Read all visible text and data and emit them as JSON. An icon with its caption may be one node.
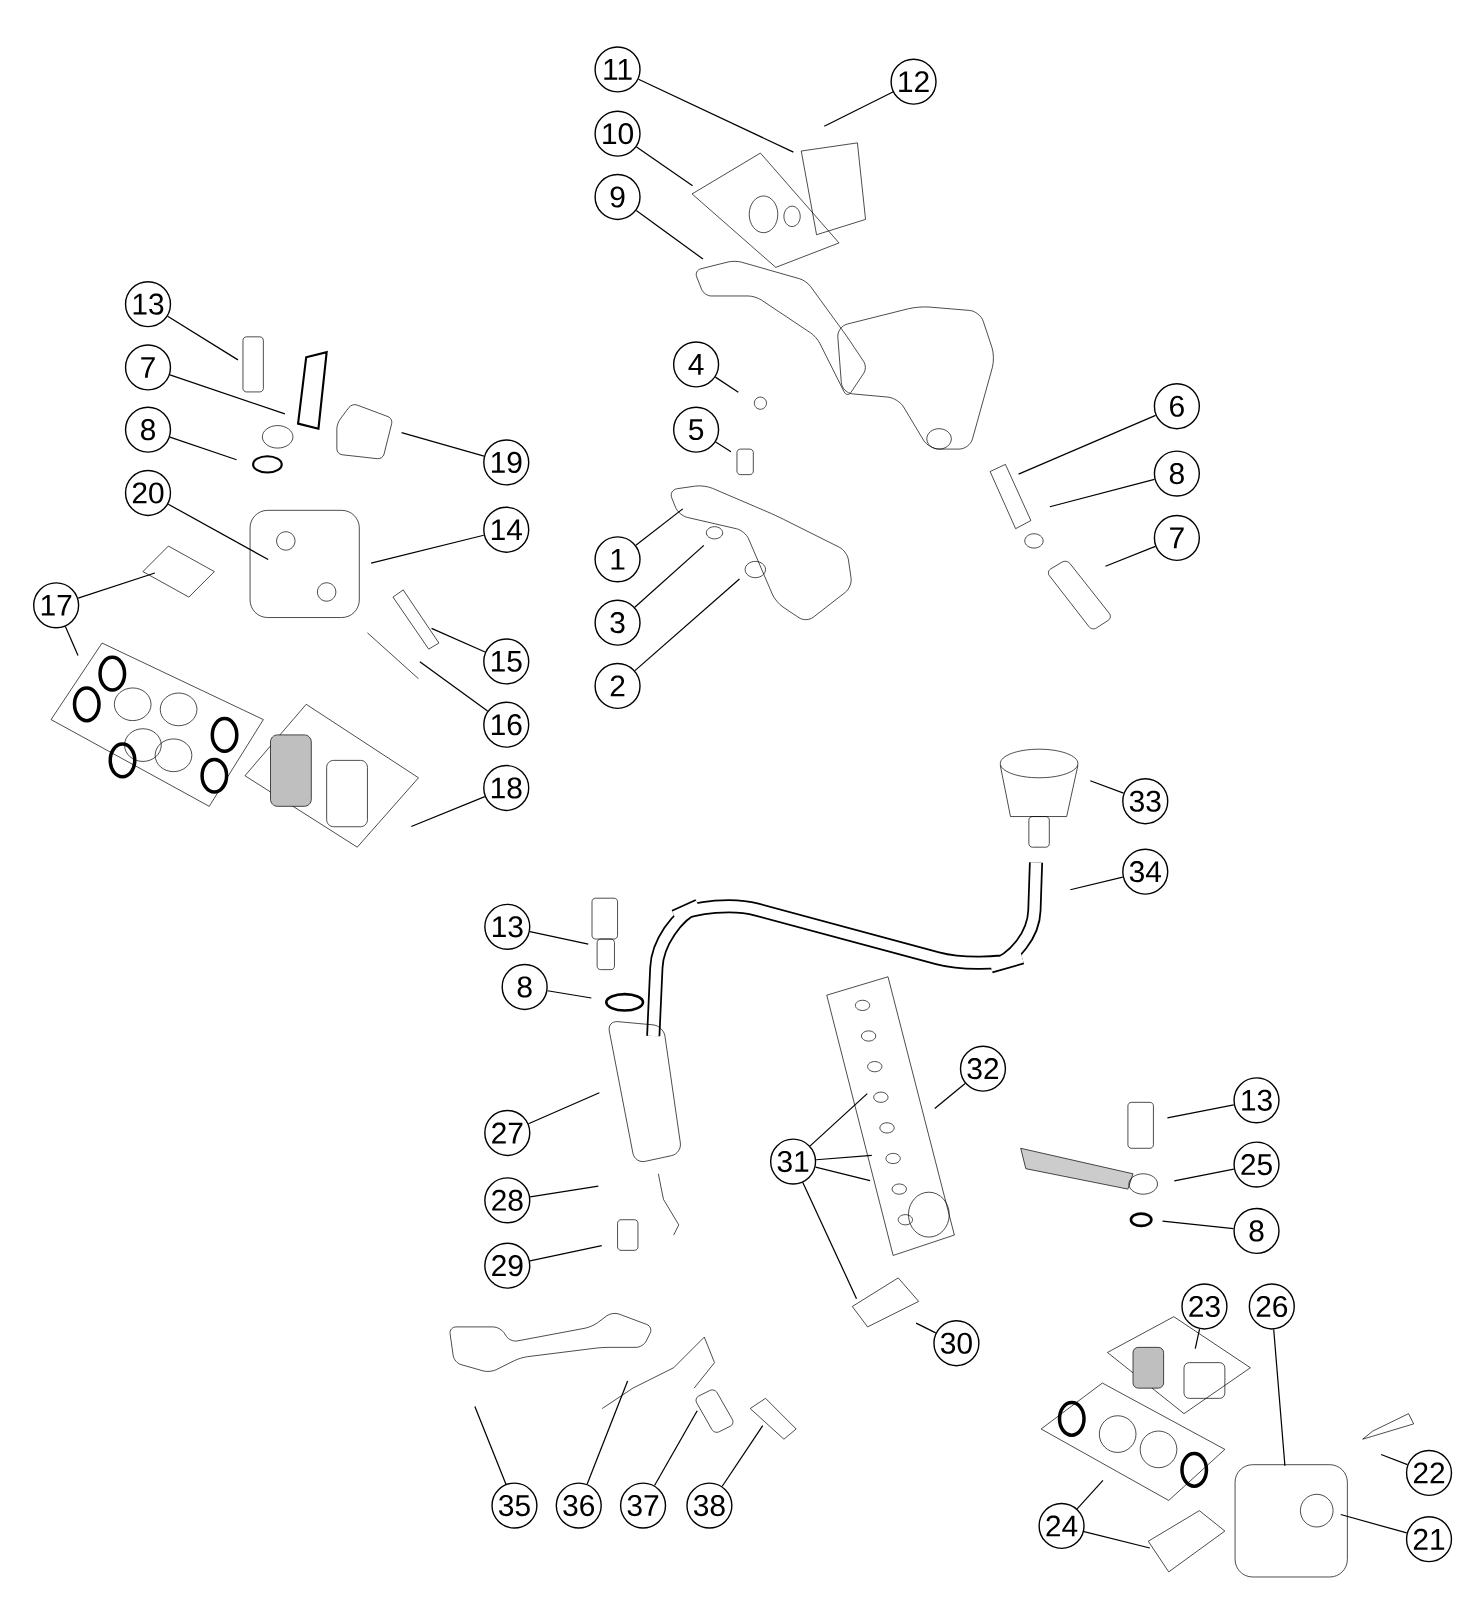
{
  "diagram": {
    "nodes": [
      {
        "text": [
          "11"
        ]
      },
      {
        "text": [
          "12"
        ]
      },
      {
        "text": [
          "10"
        ]
      },
      {
        "text": [
          "9"
        ]
      },
      {
        "text": [
          "13"
        ]
      },
      {
        "text": [
          "4"
        ]
      },
      {
        "text": [
          "7"
        ]
      },
      {
        "text": [
          "6"
        ]
      },
      {
        "text": [
          "8"
        ]
      },
      {
        "text": [
          "5"
        ]
      },
      {
        "text": [
          "19"
        ]
      },
      {
        "text": [
          "8"
        ]
      },
      {
        "text": [
          "20"
        ]
      },
      {
        "text": [
          "14"
        ]
      },
      {
        "text": [
          "7"
        ]
      },
      {
        "text": [
          "1"
        ]
      },
      {
        "text": [
          "17"
        ]
      },
      {
        "text": [
          "3"
        ]
      },
      {
        "text": [
          "15"
        ]
      },
      {
        "text": [
          "2"
        ]
      },
      {
        "text": [
          "16"
        ]
      },
      {
        "text": [
          "18"
        ]
      },
      {
        "text": [
          "33"
        ]
      },
      {
        "text": [
          "34"
        ]
      },
      {
        "text": [
          "13"
        ]
      },
      {
        "text": [
          "8"
        ]
      },
      {
        "text": [
          "32"
        ]
      },
      {
        "text": [
          "13"
        ]
      },
      {
        "text": [
          "27"
        ]
      },
      {
        "text": [
          "31"
        ]
      },
      {
        "text": [
          "25"
        ]
      },
      {
        "text": [
          "28"
        ]
      },
      {
        "text": [
          "8"
        ]
      },
      {
        "text": [
          "29"
        ]
      },
      {
        "text": [
          "23"
        ]
      },
      {
        "text": [
          "26"
        ]
      },
      {
        "text": [
          "30"
        ]
      },
      {
        "text": [
          "22"
        ]
      },
      {
        "text": [
          "35"
        ]
      },
      {
        "text": [
          "36"
        ]
      },
      {
        "text": [
          "37"
        ]
      },
      {
        "text": [
          "38"
        ]
      },
      {
        "text": [
          "24"
        ]
      },
      {
        "text": [
          "21"
        ]
      }
    ],
    "edges": [
      {
        "from": 0,
        "to": null,
        "arrow": "none"
      },
      {
        "from": 1,
        "to": null,
        "arrow": "none"
      },
      {
        "from": 2,
        "to": null,
        "arrow": "none"
      },
      {
        "from": 3,
        "to": null,
        "arrow": "none"
      },
      {
        "from": 4,
        "to": null,
        "arrow": "none"
      },
      {
        "from": 5,
        "to": null,
        "arrow": "none"
      },
      {
        "from": 6,
        "to": null,
        "arrow": "none"
      },
      {
        "from": 7,
        "to": null,
        "arrow": "none"
      },
      {
        "from": 8,
        "to": null,
        "arrow": "none"
      },
      {
        "from": 9,
        "to": null,
        "arrow": "none"
      },
      {
        "from": 10,
        "to": null,
        "arrow": "none"
      },
      {
        "from": 11,
        "to": null,
        "arrow": "none"
      },
      {
        "from": 12,
        "to": null,
        "arrow": "none"
      },
      {
        "from": 13,
        "to": null,
        "arrow": "none"
      },
      {
        "from": 14,
        "to": null,
        "arrow": "none"
      },
      {
        "from": 15,
        "to": null,
        "arrow": "none"
      },
      {
        "from": 16,
        "to": null,
        "arrow": "none"
      },
      {
        "from": 16,
        "to": null,
        "arrow": "none"
      },
      {
        "from": 17,
        "to": null,
        "arrow": "none"
      },
      {
        "from": 18,
        "to": null,
        "arrow": "none"
      },
      {
        "from": 19,
        "to": null,
        "arrow": "none"
      },
      {
        "from": 20,
        "to": null,
        "arrow": "none"
      },
      {
        "from": 21,
        "to": null,
        "arrow": "none"
      },
      {
        "from": 22,
        "to": null,
        "arrow": "none"
      },
      {
        "from": 23,
        "to": null,
        "arrow": "none"
      },
      {
        "from": 24,
        "to": null,
        "arrow": "none"
      },
      {
        "from": 25,
        "to": null,
        "arrow": "none"
      },
      {
        "from": 26,
        "to": null,
        "arrow": "none"
      },
      {
        "from": 27,
        "to": null,
        "arrow": "none"
      },
      {
        "from": 28,
        "to": null,
        "arrow": "none"
      },
      {
        "from": 29,
        "to": null,
        "arrow": "none"
      },
      {
        "from": 29,
        "to": null,
        "arrow": "none"
      },
      {
        "from": 29,
        "to": null,
        "arrow": "none"
      },
      {
        "from": 29,
        "to": null,
        "arrow": "none"
      },
      {
        "from": 30,
        "to": null,
        "arrow": "none"
      },
      {
        "from": 31,
        "to": null,
        "arrow": "none"
      },
      {
        "from": 32,
        "to": null,
        "arrow": "none"
      },
      {
        "from": 33,
        "to": null,
        "arrow": "none"
      },
      {
        "from": 34,
        "to": null,
        "arrow": "none"
      },
      {
        "from": 35,
        "to": null,
        "arrow": "none"
      },
      {
        "from": 36,
        "to": null,
        "arrow": "none"
      },
      {
        "from": 37,
        "to": null,
        "arrow": "none"
      },
      {
        "from": 38,
        "to": null,
        "arrow": "none"
      },
      {
        "from": 39,
        "to": null,
        "arrow": "none"
      },
      {
        "from": 40,
        "to": null,
        "arrow": "none"
      },
      {
        "from": 41,
        "to": null,
        "arrow": "none"
      },
      {
        "from": 42,
        "to": null,
        "arrow": "none"
      },
      {
        "from": 42,
        "to": null,
        "arrow": "none"
      },
      {
        "from": 43,
        "to": null,
        "arrow": "none"
      }
    ]
  }
}
